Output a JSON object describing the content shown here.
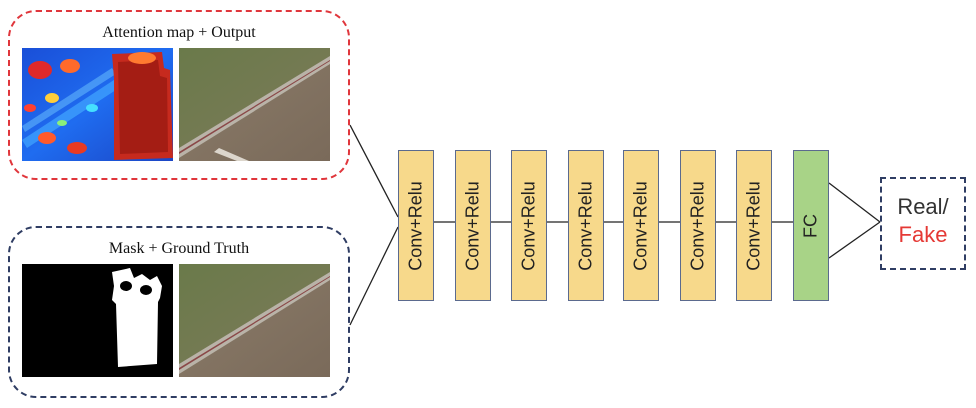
{
  "diagram": {
    "top_group": {
      "title": "Attention map + Output"
    },
    "bottom_group": {
      "title": "Mask + Ground Truth"
    },
    "layers": [
      {
        "label": "Conv+Relu"
      },
      {
        "label": "Conv+Relu"
      },
      {
        "label": "Conv+Relu"
      },
      {
        "label": "Conv+Relu"
      },
      {
        "label": "Conv+Relu"
      },
      {
        "label": "Conv+Relu"
      },
      {
        "label": "Conv+Relu"
      },
      {
        "label": "FC"
      }
    ],
    "output": {
      "real": "Real/",
      "fake": "Fake"
    },
    "colors": {
      "top_border": "#e0363c",
      "bottom_border": "#2f3d63",
      "conv_fill": "#f7d98b",
      "fc_fill": "#a8d387",
      "fake_text": "#e53935"
    }
  }
}
